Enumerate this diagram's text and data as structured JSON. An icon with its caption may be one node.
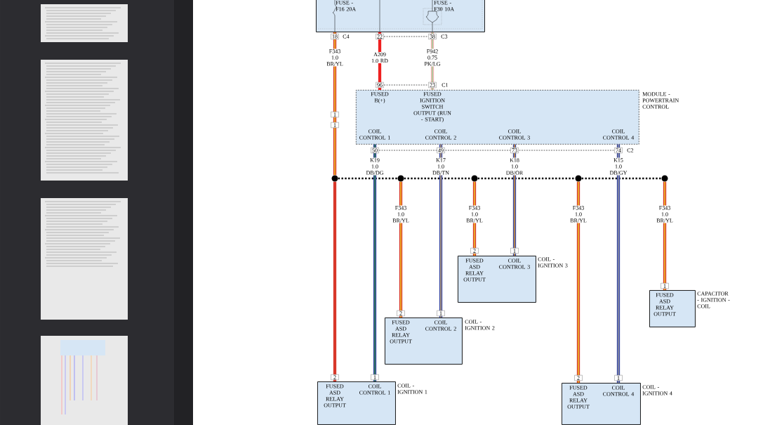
{
  "diagram": {
    "nodes": [
      {
        "text": [
          "FUSE - F16 20A",
          "FUSE - F30 10A"
        ]
      },
      {
        "text": [
          "FUSED B(+)",
          "FUSED IGNITION SWITCH OUTPUT (RUN - START)",
          "COIL CONTROL 1",
          "COIL CONTROL 2",
          "COIL CONTROL 3",
          "COIL CONTROL 4"
        ],
        "beside": [
          "MODULE - POWERTRAIN CONTROL"
        ]
      },
      {
        "text": [],
        "shape": "circle"
      },
      {
        "text": [],
        "shape": "circle"
      },
      {
        "text": [],
        "shape": "circle"
      },
      {
        "text": [],
        "shape": "circle"
      },
      {
        "text": [],
        "shape": "circle"
      },
      {
        "text": [
          "FUSED ASD RELAY OUTPUT",
          "COIL CONTROL 3"
        ],
        "beside": [
          "COIL - IGNITION 3"
        ]
      },
      {
        "text": [
          "FUSED ASD RELAY OUTPUT"
        ],
        "beside": [
          "CAPACITOR - IGNITION - COIL"
        ]
      },
      {
        "text": [
          "FUSED ASD RELAY OUTPUT",
          "COIL CONTROL 2"
        ],
        "beside": [
          "COIL - IGNITION 2"
        ]
      },
      {
        "text": [
          "FUSED ASD RELAY OUTPUT",
          "COIL CONTROL 1"
        ],
        "beside": [
          "COIL - IGNITION 1"
        ]
      },
      {
        "text": [
          "FUSED ASD RELAY OUTPUT",
          "COIL CONTROL 4"
        ],
        "beside": [
          "COIL - IGNITION 4"
        ]
      }
    ],
    "edges": [
      {
        "from": 0,
        "to": 2,
        "arrow": "none",
        "label": "F343 1.0 BR/YL"
      },
      {
        "from": 0,
        "to": 1,
        "arrow": "none",
        "label": "A209 1.0 RD",
        "color": "#ee2020"
      },
      {
        "from": 0,
        "to": 1,
        "arrow": "none",
        "label": "F942 0.75 PK/LG",
        "color": "#f4b4b4"
      },
      {
        "from": 1,
        "to": 10,
        "arrow": "none",
        "label": "K19 1.0 DB/DG",
        "color": "#3a4aa5"
      },
      {
        "from": 1,
        "to": 9,
        "arrow": "none",
        "label": "K17 1.0 DB/TN",
        "color": "#3a4aa5"
      },
      {
        "from": 1,
        "to": 7,
        "arrow": "none",
        "label": "K18 1.0 DB/OR",
        "color": "#3a4aa5"
      },
      {
        "from": 1,
        "to": 11,
        "arrow": "none",
        "label": "K15 1.0 DB/GY",
        "color": "#3a4aa5"
      },
      {
        "from": 2,
        "to": 10,
        "arrow": "none"
      },
      {
        "from": 3,
        "to": 9,
        "arrow": "none",
        "label": "F343 1.0 BR/YL"
      },
      {
        "from": 4,
        "to": 7,
        "arrow": "none",
        "label": "F343 1.0 BR/YL"
      },
      {
        "from": 5,
        "to": 11,
        "arrow": "none",
        "label": "F343 1.0 BR/YL"
      },
      {
        "from": 6,
        "to": 8,
        "arrow": "none",
        "label": "F343 1.0 BR/YL"
      },
      {
        "from": 2,
        "to": 3,
        "arrow": "none",
        "style": "dashed",
        "color": "#000000"
      },
      {
        "from": 3,
        "to": 4,
        "arrow": "none",
        "style": "dashed",
        "color": "#000000"
      },
      {
        "from": 4,
        "to": 5,
        "arrow": "none",
        "style": "dashed",
        "color": "#000000"
      },
      {
        "from": 5,
        "to": 6,
        "arrow": "none",
        "style": "dashed",
        "color": "#000000"
      }
    ],
    "labels": [
      "18",
      "C4",
      "22",
      "38",
      "C3",
      "96",
      "23",
      "C1",
      "1",
      "1",
      "50",
      "49",
      "73",
      "74",
      "C2",
      "2",
      "1",
      "1",
      "2",
      "1",
      "2",
      "1",
      "2",
      "1"
    ]
  }
}
